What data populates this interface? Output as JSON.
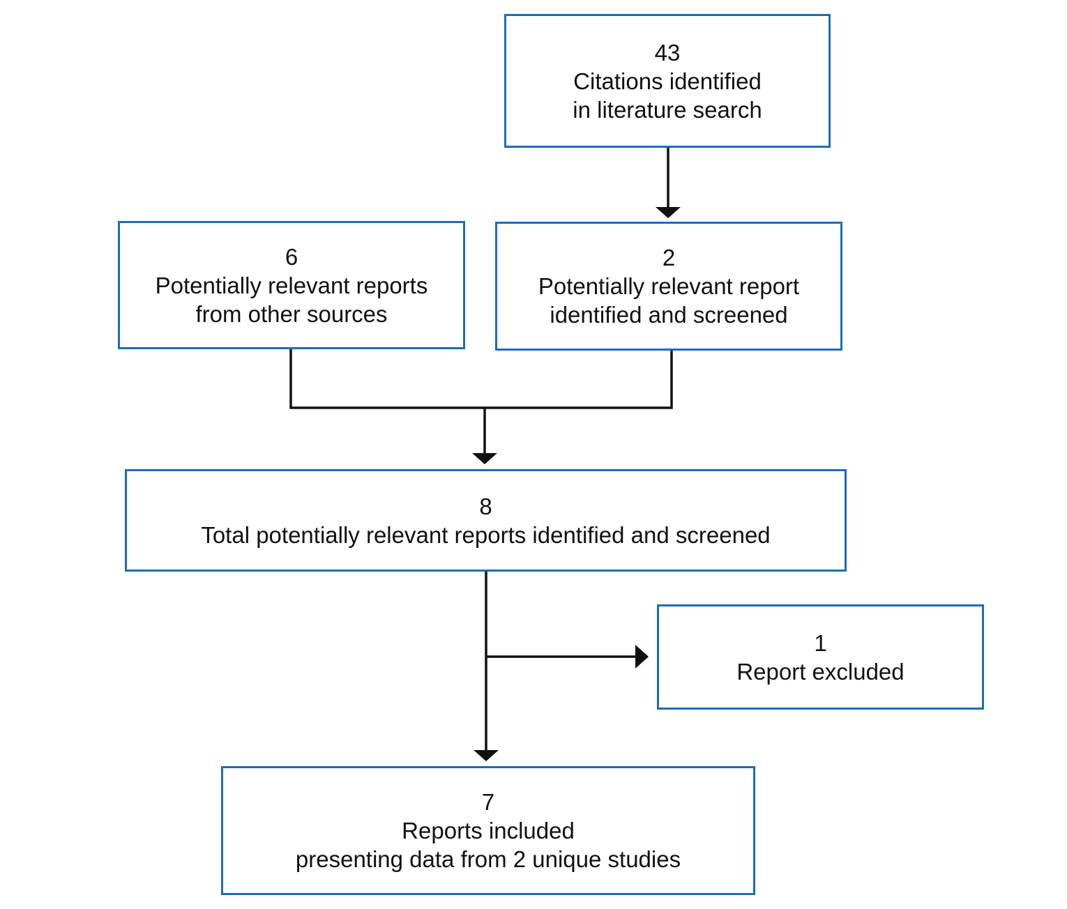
{
  "colors": {
    "box_border": "#1a6db8",
    "connector": "#111111",
    "text": "#111111"
  },
  "boxes": {
    "citations": {
      "count": "43",
      "lines": [
        "Citations identified",
        "in literature search"
      ]
    },
    "other_sources": {
      "count": "6",
      "lines": [
        "Potentially relevant reports",
        "from other sources"
      ]
    },
    "screened": {
      "count": "2",
      "lines": [
        "Potentially relevant report",
        "identified and screened"
      ]
    },
    "total": {
      "count": "8",
      "lines": [
        "Total potentially relevant reports identified and screened"
      ]
    },
    "excluded": {
      "count": "1",
      "lines": [
        "Report excluded"
      ]
    },
    "included": {
      "count": "7",
      "lines": [
        "Reports included",
        "presenting data from 2 unique studies"
      ]
    }
  }
}
